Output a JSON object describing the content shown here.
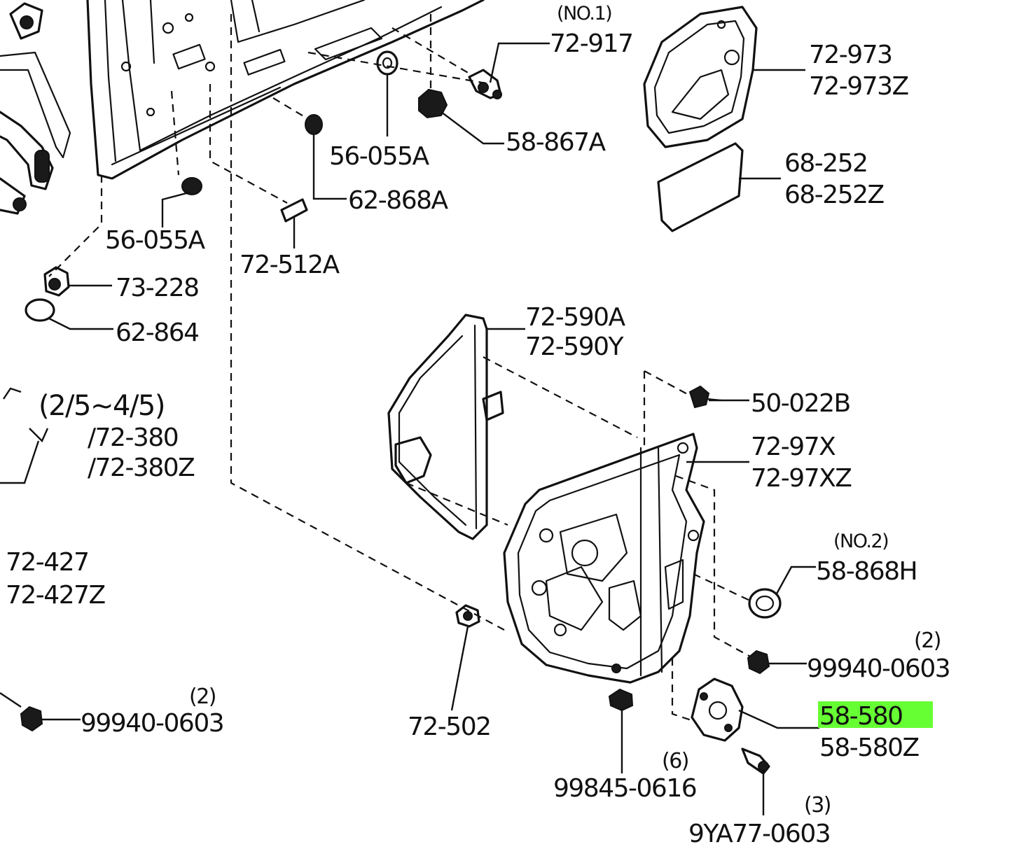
{
  "labels": {
    "no1": "(NO.1)",
    "p72_917": "72-917",
    "p72_973": "72-973",
    "p72_973z": "72-973Z",
    "p58_867a": "58-867A",
    "p56_055a_top": "56-055A",
    "p68_252": "68-252",
    "p68_252z": "68-252Z",
    "p62_868a": "62-868A",
    "p56_055a_left": "56-055A",
    "p72_512a": "72-512A",
    "p73_228": "73-228",
    "p62_864": "62-864",
    "range_note": "(2/5~4/5)",
    "p72_380": "/72-380",
    "p72_380z": "/72-380Z",
    "p72_590a": "72-590A",
    "p72_590y": "72-590Y",
    "p50_022b": "50-022B",
    "p72_97x": "72-97X",
    "p72_97xz": "72-97XZ",
    "no2": "(NO.2)",
    "p58_868h": "58-868H",
    "p72_427": "72-427",
    "p72_427z": "72-427Z",
    "qty_right_99940": "(2)",
    "p99940_right": "99940-0603",
    "p58_580": "58-580",
    "p58_580z": "58-580Z",
    "qty_left_99940": "(2)",
    "p99940_left": "99940-0603",
    "p72_502": "72-502",
    "qty_99845": "(6)",
    "p99845": "99845-0616",
    "qty_9ya77": "(3)",
    "p9ya77": "9YA77-0603"
  },
  "highlight": {
    "part": "58-580",
    "color": "#66ff33"
  }
}
